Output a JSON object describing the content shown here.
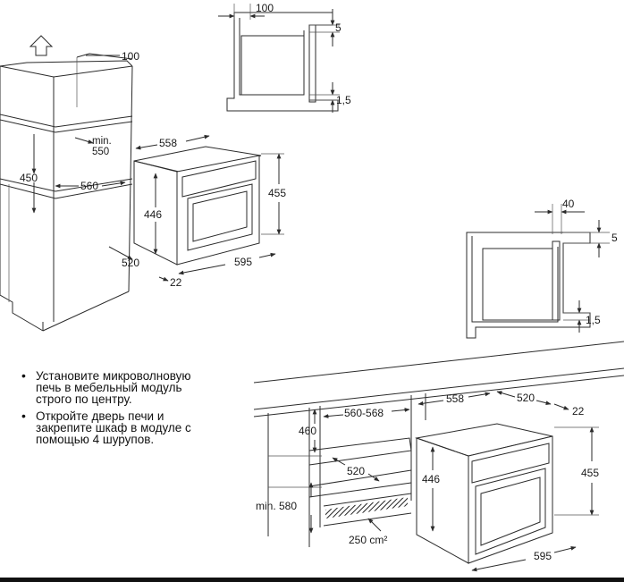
{
  "dims": {
    "top_detail_width": "100",
    "top_detail_gap_top": "5",
    "top_detail_gap_bottom": "1,5",
    "cabinet_top_width": "100",
    "cabinet_min_depth": "min.\n550",
    "cabinet_height": "450",
    "cabinet_inner_width": "560",
    "oven_top_depth": "558",
    "oven_front_height": "446",
    "oven_total_height": "455",
    "oven_side_depth": "520",
    "oven_front_width": "595",
    "oven_door_offset": "22",
    "right_detail_width": "40",
    "right_detail_gap_top": "5",
    "right_detail_gap_bottom": "1,5",
    "niche_width": "560-568",
    "niche_height": "460",
    "niche_depth": "520",
    "niche_min_depth": "min. 580",
    "vent_area": "250 cm²",
    "bottom_oven_depth_top": "558",
    "bottom_oven_side": "520",
    "bottom_oven_offset": "22",
    "bottom_oven_front_height": "446",
    "bottom_oven_total_height": "455",
    "bottom_oven_width": "595"
  },
  "instructions": [
    "Установите микроволновую печь в мебельный модуль строго по центру.",
    "Откройте дверь печи и закрепите шкаф в модуле с помощью 4 шурупов."
  ],
  "colors": {
    "line": "#2b2b2b",
    "text": "#1a1a1a",
    "bar": "#111111"
  }
}
